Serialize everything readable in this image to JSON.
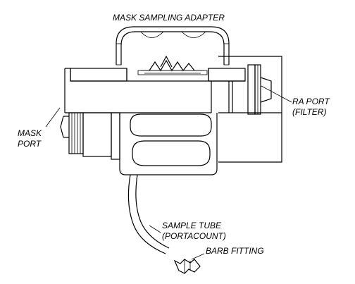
{
  "labels": {
    "mask_sampling_adapter": "MASK SAMPLING ADAPTER",
    "ra_port_line1": "RA PORT",
    "ra_port_line2": "(FILTER)",
    "mask_port_line1": "MASK",
    "mask_port_line2": "PORT",
    "sample_tube_line1": "SAMPLE TUBE",
    "sample_tube_line2": "(PORTACOUNT)",
    "barb_fitting": "BARB FITTING"
  },
  "colors": {
    "line": "#000000",
    "background": "#ffffff"
  }
}
